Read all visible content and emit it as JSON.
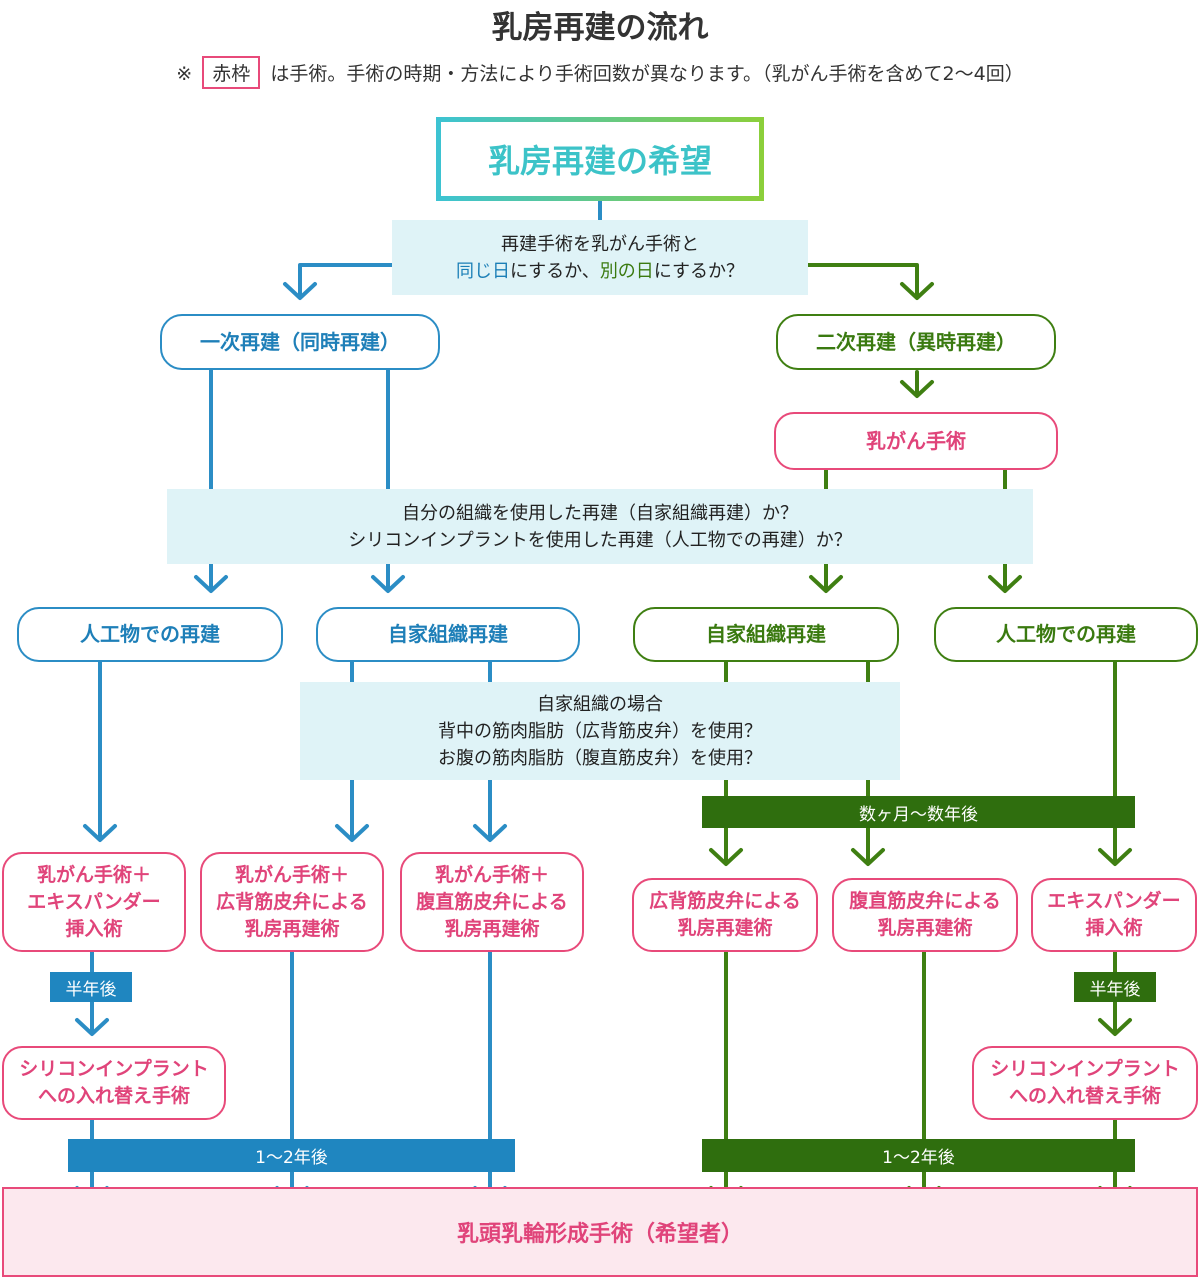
{
  "title": "乳房再建の流れ",
  "note": {
    "prefix": "※",
    "red_frame_label": "赤枠",
    "text": "は手術。手術の時期・方法により手術回数が異なります。（乳がん手術を含めて2〜4回）"
  },
  "start": "乳房再建の希望",
  "question1": {
    "line1": "再建手術を乳がん手術と",
    "same_day": "同じ日",
    "mid": "にするか、",
    "other_day": "別の日",
    "end": "にするか？"
  },
  "primary": "一次再建（同時再建）",
  "secondary": "二次再建（異時再建）",
  "breast_cancer_surgery": "乳がん手術",
  "question2": {
    "line1": "自分の組織を使用した再建（自家組織再建）か？",
    "line2": "シリコンインプラントを使用した再建（人工物での再建）か？"
  },
  "options": {
    "implant": "人工物での再建",
    "autologous": "自家組織再建"
  },
  "question3": {
    "line1": "自家組織の場合",
    "line2": "背中の筋肉脂肪（広背筋皮弁）を使用？",
    "line3": "お腹の筋肉脂肪（腹直筋皮弁）を使用？"
  },
  "timing": {
    "months_years": "数ヶ月〜数年後",
    "half_year": "半年後",
    "one_two_years": "1〜2年後"
  },
  "surgeries": {
    "a1": "乳がん手術＋",
    "a2": "エキスパンダー",
    "a3": "挿入術",
    "b1": "乳がん手術＋",
    "b2": "広背筋皮弁による",
    "b3": "乳房再建術",
    "c1": "乳がん手術＋",
    "c2": "腹直筋皮弁による",
    "c3": "乳房再建術",
    "d1": "広背筋皮弁による",
    "d2": "乳房再建術",
    "e1": "腹直筋皮弁による",
    "e2": "乳房再建術",
    "f1": "エキスパンダー",
    "f2": "挿入術",
    "implant_swap1": "シリコンインプラント",
    "implant_swap2": "への入れ替え手術"
  },
  "final": "乳頭乳輪形成手術（希望者）",
  "colors": {
    "blue": "#2b8dc5",
    "green": "#3f7f12",
    "red": "#e84a7a",
    "pale_blue": "#dff3f7",
    "pale_pink": "#fce8ee"
  }
}
